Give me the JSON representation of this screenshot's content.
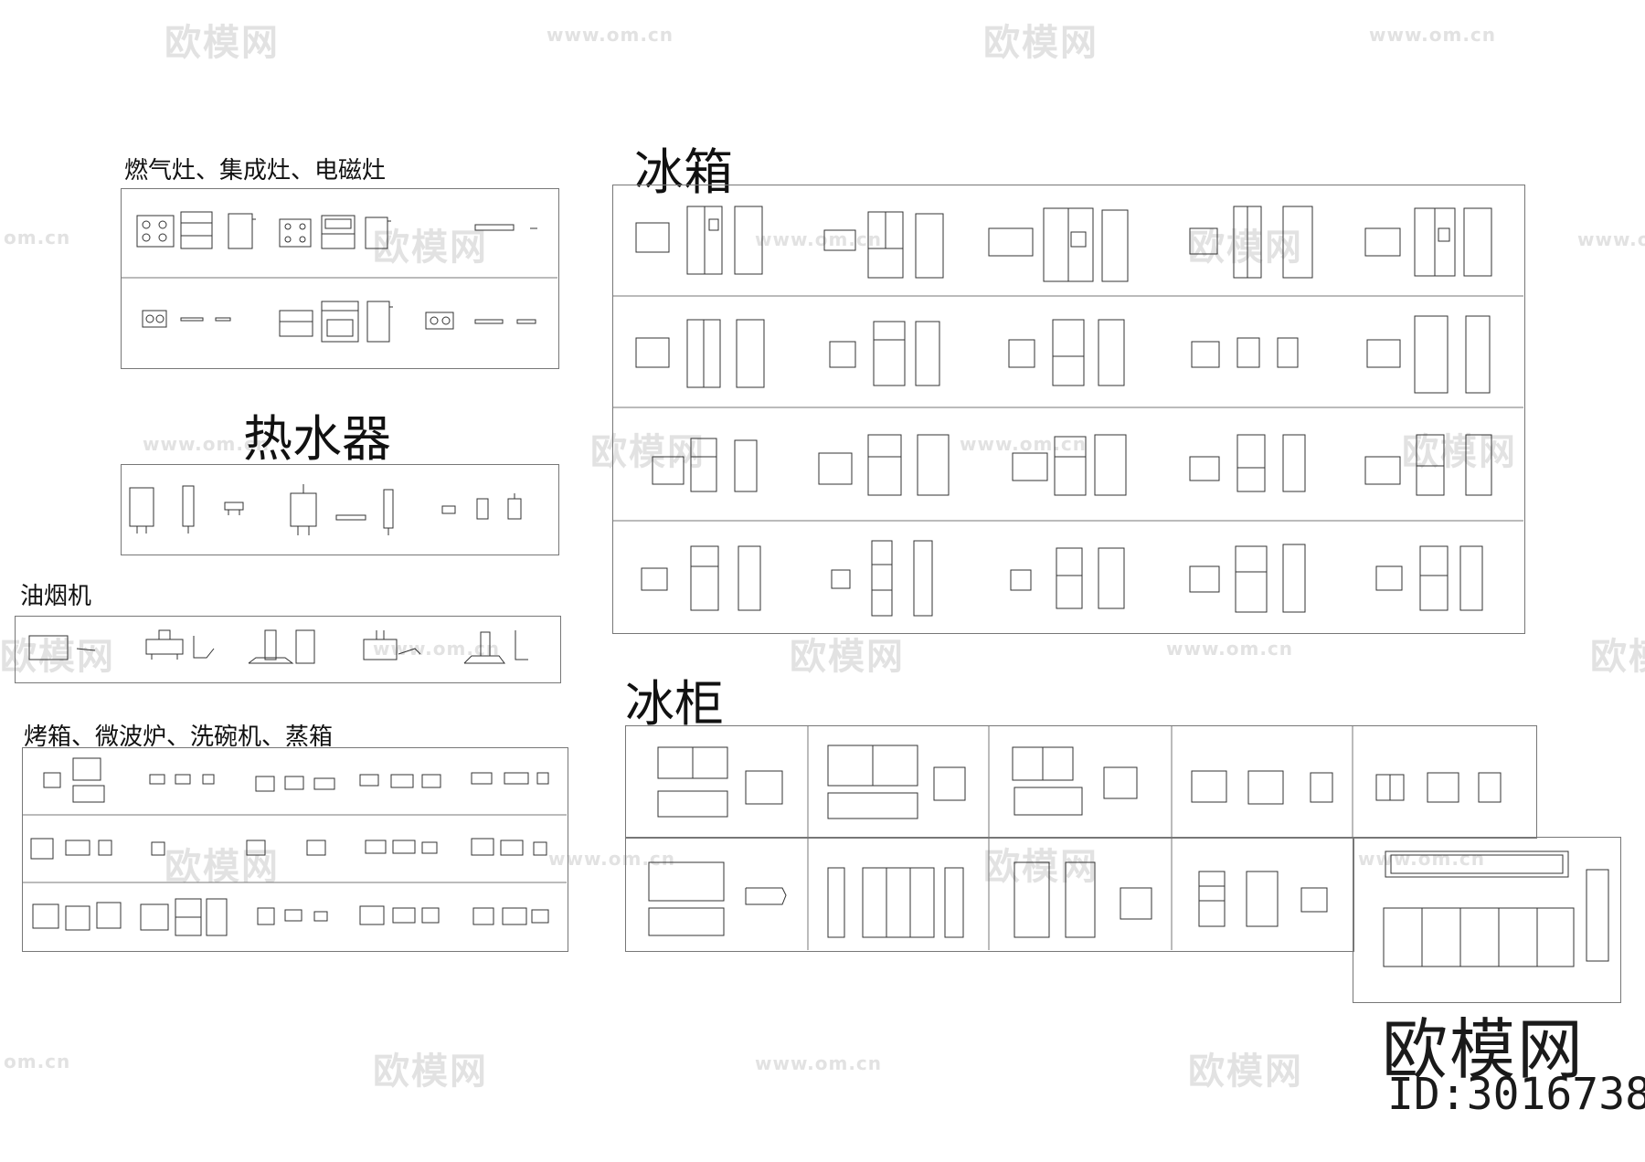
{
  "watermarks": {
    "brand": "欧模网",
    "url": "www.om.cn",
    "url_short": "om.cn"
  },
  "sections": {
    "stoves": {
      "title": "燃气灶、集成灶、电磁灶"
    },
    "fridges": {
      "title": "冰箱"
    },
    "water_heaters": {
      "title": "热水器"
    },
    "range_hoods": {
      "title": "油烟机"
    },
    "ovens": {
      "title": "烤箱、微波炉、洗碗机、蒸箱"
    },
    "freezers": {
      "title": "冰柜"
    }
  },
  "corner": {
    "logo": "欧模网",
    "id": "ID:3016738"
  },
  "colors": {
    "line": "#333333",
    "frame": "#777777",
    "watermark": "#e2e2e2"
  }
}
